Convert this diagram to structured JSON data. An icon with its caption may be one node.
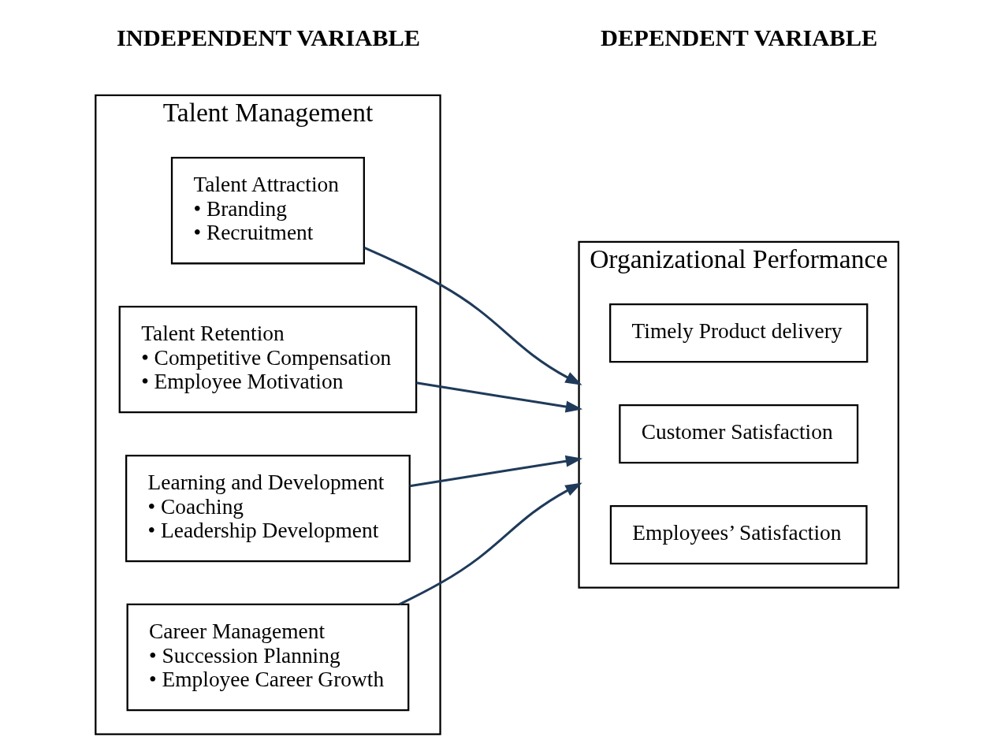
{
  "diagram": {
    "nodes": [
      {
        "text": [
          "Talent Management"
        ]
      },
      {
        "text": [
          "Talent Attraction",
          "• Branding",
          "• Recruitment"
        ],
        "in": 0
      },
      {
        "text": [
          "Talent Retention",
          "• Competitive Compensation",
          "• Employee Motivation"
        ],
        "in": 0
      },
      {
        "text": [
          "Learning and Development",
          "• Coaching",
          "• Leadership Development"
        ],
        "in": 0
      },
      {
        "text": [
          "Career Management",
          "• Succession Planning",
          "• Employee Career Growth"
        ],
        "in": 0
      },
      {
        "text": [
          "Organizational Performance"
        ]
      },
      {
        "text": [
          "Timely Product delivery"
        ],
        "in": 5
      },
      {
        "text": [
          "Customer Satisfaction"
        ],
        "in": 5
      },
      {
        "text": [
          "Employees’ Satisfaction"
        ],
        "in": 5
      }
    ],
    "edges": [
      {
        "from": 1,
        "to": 5,
        "arrow": "to"
      },
      {
        "from": 2,
        "to": 5,
        "arrow": "to"
      },
      {
        "from": 3,
        "to": 5,
        "arrow": "to"
      },
      {
        "from": 4,
        "to": 5,
        "arrow": "to"
      }
    ],
    "labels": [
      "INDEPENDENT VARIABLE",
      "DEPENDENT VARIABLE"
    ]
  }
}
